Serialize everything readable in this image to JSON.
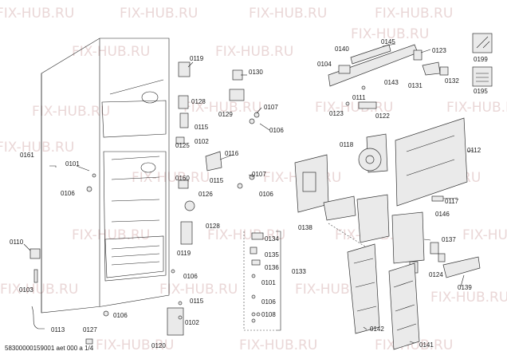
{
  "watermark": "FIX-HUB.RU",
  "footer": "58300000159001 aet 000 a 1/4",
  "labels": {
    "p0101a": "0101",
    "p0101b": "0101",
    "p0102a": "0102",
    "p0102b": "0102",
    "p0103": "0103",
    "p0104": "0104",
    "p0106a": "0106",
    "p0106b": "0106",
    "p0106c": "0106",
    "p0106d": "0106",
    "p0106e": "0106",
    "p0106f": "0106",
    "p0107a": "0107",
    "p0107b": "0107",
    "p0108": "0108",
    "p0110": "0110",
    "p0111": "0111",
    "p0112": "0112",
    "p0113": "0113",
    "p0115a": "0115",
    "p0115b": "0115",
    "p0115c": "0115",
    "p0116": "0116",
    "p0117": "0117",
    "p0118": "0118",
    "p0119a": "0119",
    "p0119b": "0119",
    "p0120": "0120",
    "p0122": "0122",
    "p0123a": "0123",
    "p0123b": "0123",
    "p0124": "0124",
    "p0125": "0125",
    "p0126": "0126",
    "p0127": "0127",
    "p0128a": "0128",
    "p0128b": "0128",
    "p0129": "0129",
    "p0130": "0130",
    "p0131": "0131",
    "p0132": "0132",
    "p0133": "0133",
    "p0134": "0134",
    "p0135": "0135",
    "p0136": "0136",
    "p0137": "0137",
    "p0138": "0138",
    "p0139": "0139",
    "p0140": "0140",
    "p0141": "0141",
    "p0142": "0142",
    "p0143": "0143",
    "p0145": "0145",
    "p0146": "0146",
    "p0160": "0160",
    "p0161": "0161",
    "p0195": "0195",
    "p0199": "0199"
  }
}
